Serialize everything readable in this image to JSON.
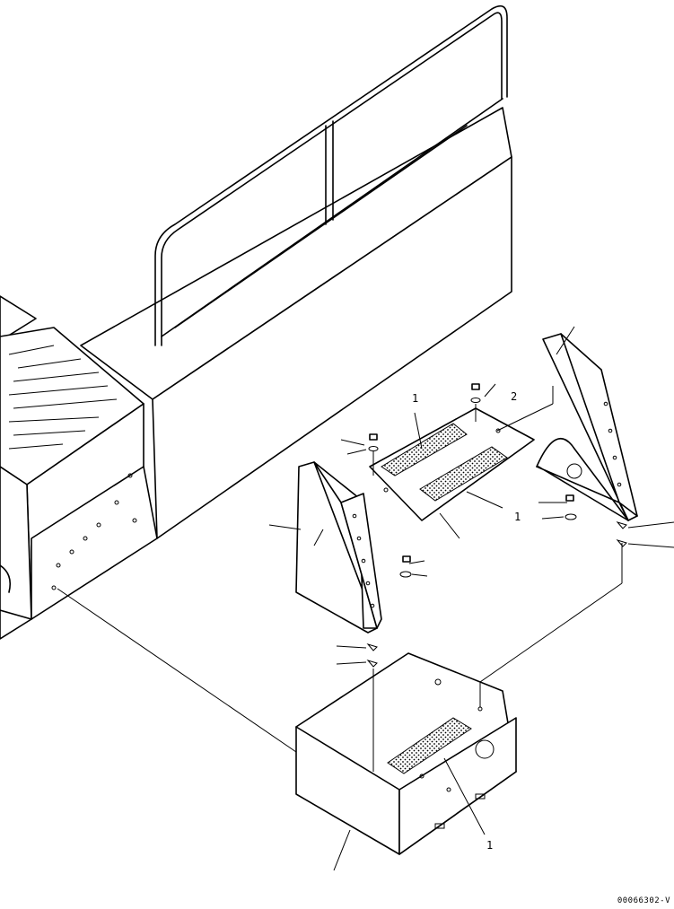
{
  "diagram": {
    "drawing_number": "00066302-V",
    "callouts": {
      "decal_top": "1",
      "bolt_qty": "2",
      "decal_right": "1",
      "decal_bottom": "1"
    },
    "colors": {
      "line": "#000000",
      "background": "#ffffff"
    }
  }
}
